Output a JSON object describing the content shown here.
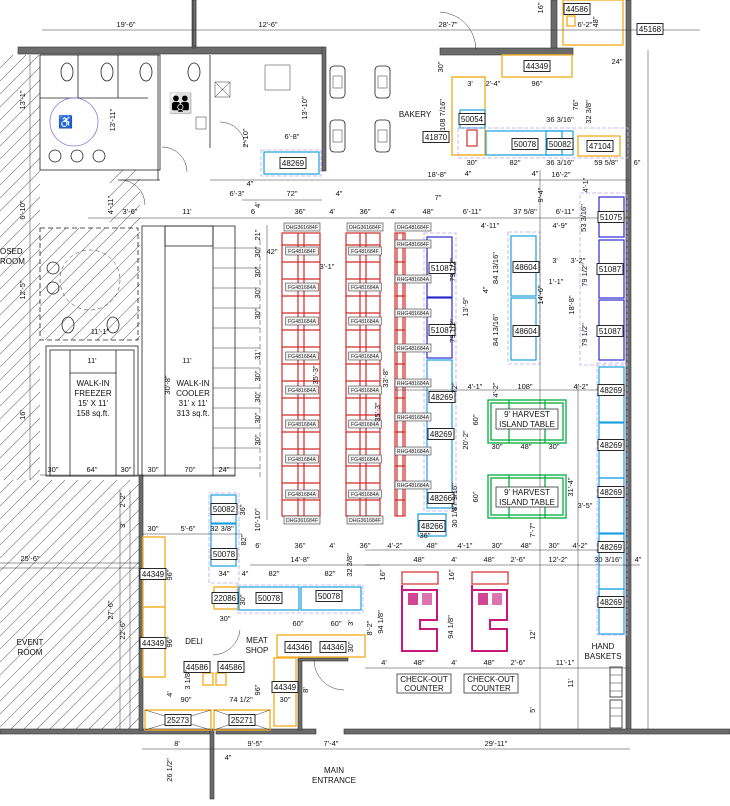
{
  "rooms": {
    "bakery": "BAKERY",
    "event_room_1": "EVENT",
    "event_room_2": "ROOM",
    "closed_room_1": "OSED",
    "closed_room_2": "ROOM",
    "deli": "DELI",
    "meat_shop_1": "MEAT",
    "meat_shop_2": "SHOP",
    "freezer_1": "WALK-IN",
    "freezer_2": "FREEZER",
    "freezer_3": "15' X 11'",
    "freezer_4": "158 sq.ft.",
    "cooler_1": "WALK-IN",
    "cooler_2": "COOLER",
    "cooler_3": "31' x 11'",
    "cooler_4": "313 sq.ft.",
    "checkout_a_1": "CHECK-OUT",
    "checkout_a_2": "COUNTER",
    "checkout_b_1": "CHECK-OUT",
    "checkout_b_2": "COUNTER",
    "harvest_a_1": "9' HARVEST",
    "harvest_a_2": "ISLAND TABLE",
    "harvest_b_1": "9' HARVEST",
    "harvest_b_2": "ISLAND TABLE",
    "hand_baskets_1": "HAND",
    "hand_baskets_2": "BASKETS",
    "main_entrance_1": "MAIN",
    "main_entrance_2": "ENTRANCE"
  },
  "equipment_tags": [
    "44586",
    "45168",
    "44349",
    "48269",
    "50054",
    "41870",
    "50078",
    "50082",
    "47104",
    "51075",
    "51087",
    "51087",
    "51087",
    "51087",
    "48604",
    "48604",
    "48269",
    "48269",
    "48269",
    "48269",
    "48269",
    "48269",
    "48269",
    "48266",
    "48266",
    "50082",
    "50078",
    "22086",
    "50078",
    "50078",
    "44349",
    "44349",
    "44586",
    "44586",
    "44346",
    "44346",
    "44349",
    "25273",
    "25271"
  ],
  "shelf_tags": [
    "DHG361684F",
    "DHG361684F",
    "DHG481684F",
    "FG481684F",
    "FG481684F",
    "FG481684A",
    "FG481684A",
    "FG481684A",
    "FG481684A",
    "FG481684A",
    "FG481684A",
    "FG481684A",
    "FG481684A",
    "FG481684A",
    "FG481684A",
    "FG481684A",
    "FG481684A",
    "FG481684A",
    "FG481684A",
    "DHG361684F",
    "DHG361684F",
    "RHG481684F",
    "RHG481684A",
    "RHG481684A",
    "RHG481684A",
    "RHG481684A",
    "RHG481684A",
    "RHG481684A",
    "RHG481684A"
  ],
  "dimensions": [
    "19'-6\"",
    "12'-6\"",
    "28'-7\"",
    "16\"",
    "6'-2\"",
    "48\"",
    "24\"",
    "30\"",
    "3'",
    "2'-4\"",
    "96\"",
    "76\"",
    "32 3/8\"",
    "108 7/16\"",
    "36 3/16\"",
    "30\"",
    "82\"",
    "36 3/16\"",
    "59 5/8\"",
    "6\"",
    "18'-8\"",
    "4\"",
    "4\"",
    "16'-2\"",
    "4'-1\"",
    "9'-4\"",
    "13'-1\"",
    "13'-11\"",
    "13'-10\"",
    "2'-10\"",
    "6'-8\"",
    "4\"",
    "6'-3\"",
    "72\"",
    "4\"",
    "6'-10\"",
    "4'-11\"",
    "3'-6\"",
    "11'",
    "6",
    "4'",
    "36\"",
    "4'",
    "36\"",
    "4'",
    "48\"",
    "7\"",
    "6'-11\"",
    "37 5/8\"",
    "6'-11\"",
    "4'-11\"",
    "4'-9\"",
    "53 3/16\"",
    "42\"",
    "3'-1\"",
    "12'-5\"",
    "11'-1\"",
    "11'",
    "11'",
    "16'",
    "30'-8\"",
    "31'",
    "35'-3\"",
    "33'-8\"",
    "35'-3\"",
    "21\"",
    "30\"",
    "30\"",
    "30\"",
    "30\"",
    "30\"",
    "30\"",
    "30\"",
    "30\"",
    "3'",
    "3'-2\"",
    "1'-1\"",
    "84 13/16\"",
    "84 13/16\"",
    "4\"",
    "14'-6\"",
    "18'-8\"",
    "79 1/2\"",
    "13'-9\"",
    "79 1/2\"",
    "79 1/2\"",
    "79 1/2\"",
    "72\"",
    "4'-1\"",
    "108\"",
    "4'-2\"",
    "4'-2\"",
    "60\"",
    "20'-2\"",
    "30\"",
    "48\"",
    "30\"",
    "31'-4\"",
    "3'-5\"",
    "60\"",
    "47 9/16\"",
    "30 1/8\"",
    "7'-7\"",
    "36\"",
    "4'-2\"",
    "48\"",
    "4'-1\"",
    "30\"",
    "48\"",
    "30\"",
    "4'-2\"",
    "48\"",
    "4'",
    "48\"",
    "2'-6\"",
    "12'-2\"",
    "30 3/16\"",
    "4\"",
    "16\"",
    "16\"",
    "94 1/8\"",
    "94 1/8\"",
    "8'-2\"",
    "12'",
    "4'",
    "48\"",
    "4'",
    "48\"",
    "2'-6\"",
    "11'-1\"",
    "11'",
    "5'",
    "29'-11\"",
    "30\"",
    "64\"",
    "30\"",
    "30\"",
    "70\"",
    "24\"",
    "25'-6\"",
    "27'-6\"",
    "22'-6\"",
    "2'-2\"",
    "3'",
    "30\"",
    "5'-6\"",
    "32 3/8\"",
    "36\"",
    "10'-10\"",
    "82\"",
    "6'",
    "14'-8\"",
    "36\"",
    "4'",
    "36\"",
    "34\"",
    "4\"",
    "82\"",
    "82\"",
    "32 3/8\"",
    "30\"",
    "30\"",
    "60\"",
    "60\"",
    "3'",
    "30\"",
    "96\"",
    "96\"",
    "3 1/8\"",
    "4'",
    "90\"",
    "74 1/2\"",
    "96\"",
    "30\"",
    "8'",
    "8'",
    "9'-5\"",
    "7'-4\"",
    "4\"",
    "26 1/2\""
  ],
  "colors": {
    "wall": "#6b6b6b",
    "shelving": "#d12b2b",
    "cooler": "#1aa0e0",
    "reach_in": "#2b2bd0",
    "counter": "#f2b02a",
    "island_table": "#17b04a",
    "checkout": "#c8187a"
  }
}
